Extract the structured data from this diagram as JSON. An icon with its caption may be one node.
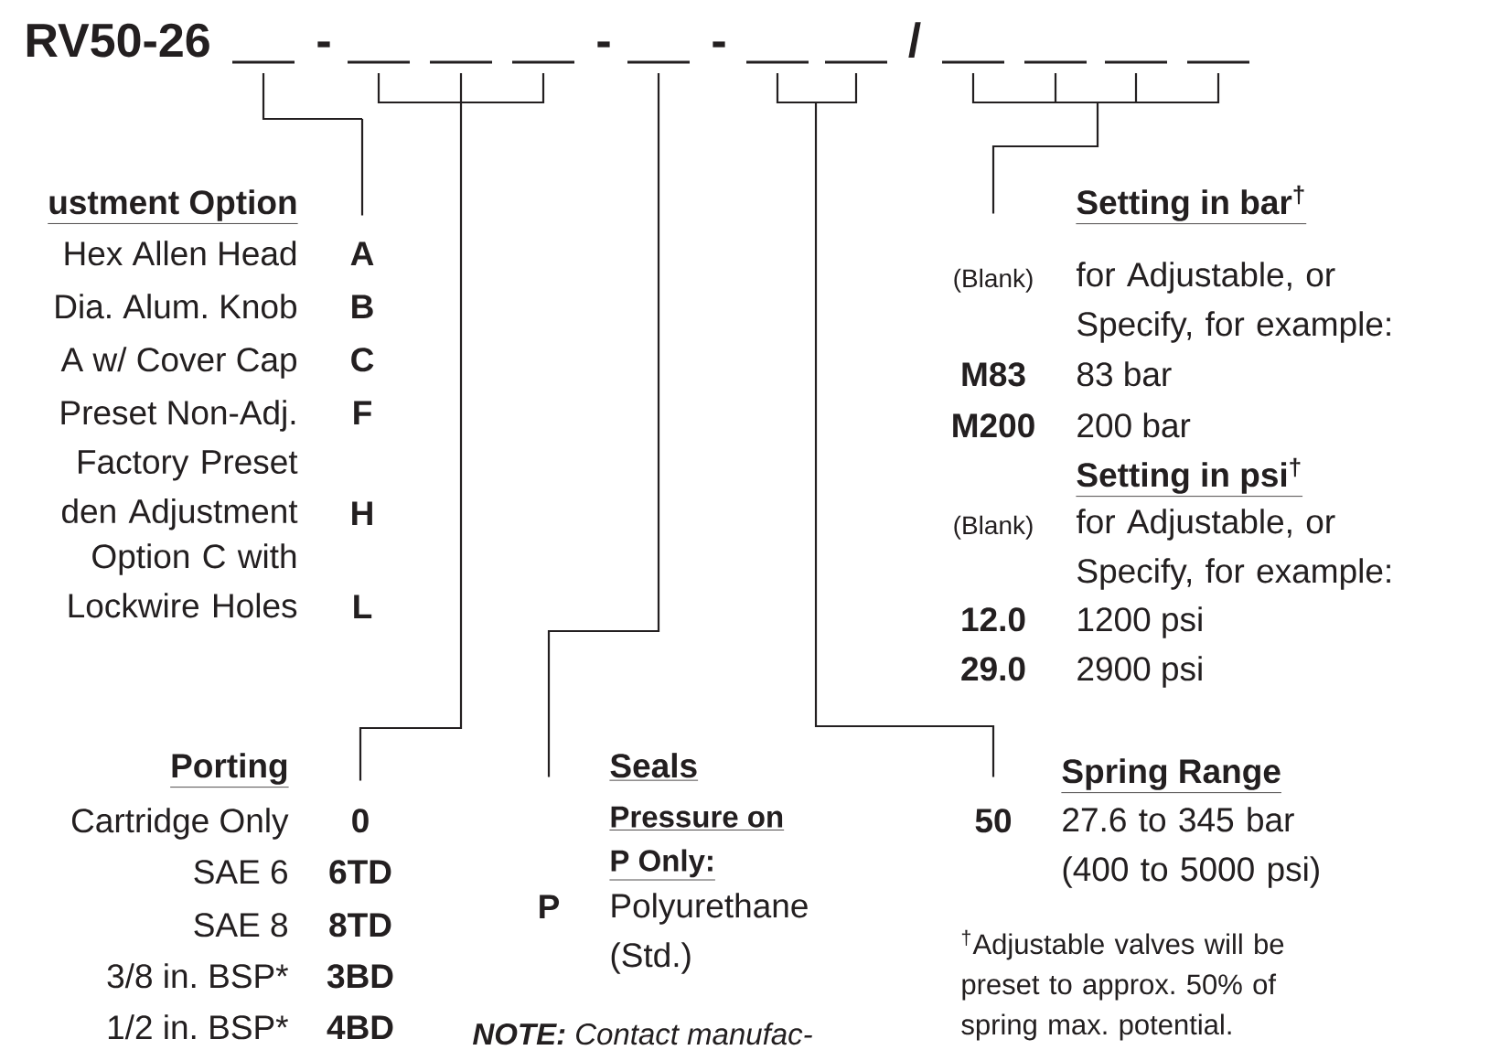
{
  "diagram": {
    "nodes": [
      {
        "text": [],
        "shape": "bar"
      },
      {
        "text": [],
        "shape": "bar"
      },
      {
        "text": [],
        "shape": "bar"
      },
      {
        "text": [],
        "shape": "bar"
      },
      {
        "text": [],
        "shape": "bar"
      },
      {
        "text": [],
        "shape": "bar"
      },
      {
        "text": [],
        "shape": "bar"
      },
      {
        "text": [],
        "shape": "bar"
      },
      {
        "text": [],
        "shape": "bar"
      },
      {
        "text": [],
        "shape": "bar"
      },
      {
        "text": [],
        "shape": "bar"
      },
      {
        "text": [
          "A",
          "B",
          "C",
          "F",
          "H",
          "L"
        ],
        "beside": [
          "ustment Option",
          "Hex Allen Head",
          "Dia. Alum. Knob",
          "A w/ Cover Cap",
          "Preset Non-Adj.",
          "Factory Preset den Adjustment",
          "Option C with Lockwire Holes"
        ]
      },
      {
        "text": [
          "0",
          "6TD",
          "8TD",
          "3BD",
          "4BD"
        ],
        "beside": [
          "Porting",
          "Cartridge Only",
          "SAE 6",
          "SAE 8",
          "3/8 in. BSP*",
          "1/2 in. BSP*"
        ]
      },
      {
        "text": [
          "P"
        ],
        "beside": [
          "Seals",
          "Pressure on P Only:",
          "Polyurethane (Std.)"
        ]
      },
      {
        "text": [
          "50"
        ],
        "beside": [
          "Spring Range",
          "27.6 to 345 bar (400 to 5000 psi)"
        ]
      },
      {
        "text": [
          "(Blank)",
          "M83",
          "M200",
          "(Blank)",
          "12.0",
          "29.0"
        ],
        "beside": [
          "Setting in bar$^{†}$",
          "for Adjustable, or Specify, for example:",
          "83 bar",
          "200 bar",
          "Setting in psi$^{†}$",
          "for Adjustable, or Specify, for example:",
          "1200 psi",
          "2900 psi"
        ]
      }
    ],
    "edges": [
      {
        "from": 0,
        "to": 11,
        "arrow": "none"
      },
      {
        "from": 1,
        "to": 12,
        "arrow": "none"
      },
      {
        "from": 2,
        "to": 12,
        "arrow": "none"
      },
      {
        "from": 3,
        "to": 12,
        "arrow": "none"
      },
      {
        "from": 4,
        "to": 13,
        "arrow": "none"
      },
      {
        "from": 5,
        "to": 14,
        "arrow": "none"
      },
      {
        "from": 6,
        "to": 14,
        "arrow": "none"
      },
      {
        "from": 7,
        "to": 15,
        "arrow": "none"
      },
      {
        "from": 8,
        "to": 15,
        "arrow": "none"
      },
      {
        "from": 9,
        "to": 15,
        "arrow": "none"
      },
      {
        "from": 10,
        "to": 15,
        "arrow": "none"
      }
    ],
    "labels": [
      "RV50-26",
      "-",
      "-",
      "-",
      "/",
      "$^{†}$Adjustable valves will be preset to approx. 50% of spring max. potential.",
      "**NOTE:** Contact manufac-"
    ]
  }
}
